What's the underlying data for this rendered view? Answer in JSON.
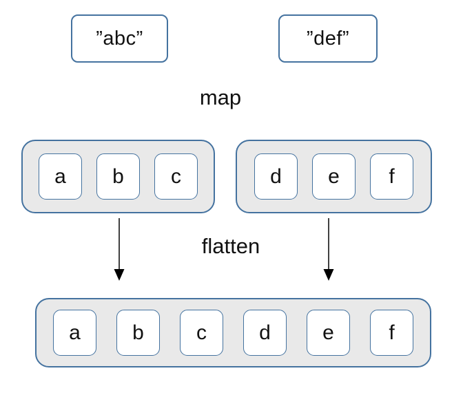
{
  "diagram": {
    "description": "map then flatten (flatMap) of two strings into character lists",
    "strings": [
      {
        "label": "”abc”"
      },
      {
        "label": "”def”"
      }
    ],
    "operations": {
      "map_label": "map",
      "flatten_label": "flatten"
    },
    "mapped_lists": [
      {
        "items": [
          "a",
          "b",
          "c"
        ]
      },
      {
        "items": [
          "d",
          "e",
          "f"
        ]
      }
    ],
    "flattened_list": {
      "items": [
        "a",
        "b",
        "c",
        "d",
        "e",
        "f"
      ]
    },
    "colors": {
      "outline_blue": "#44729f",
      "list_fill": "#e9e9e9",
      "text": "#111111",
      "arrow": "#000000",
      "background": "#ffffff"
    }
  }
}
